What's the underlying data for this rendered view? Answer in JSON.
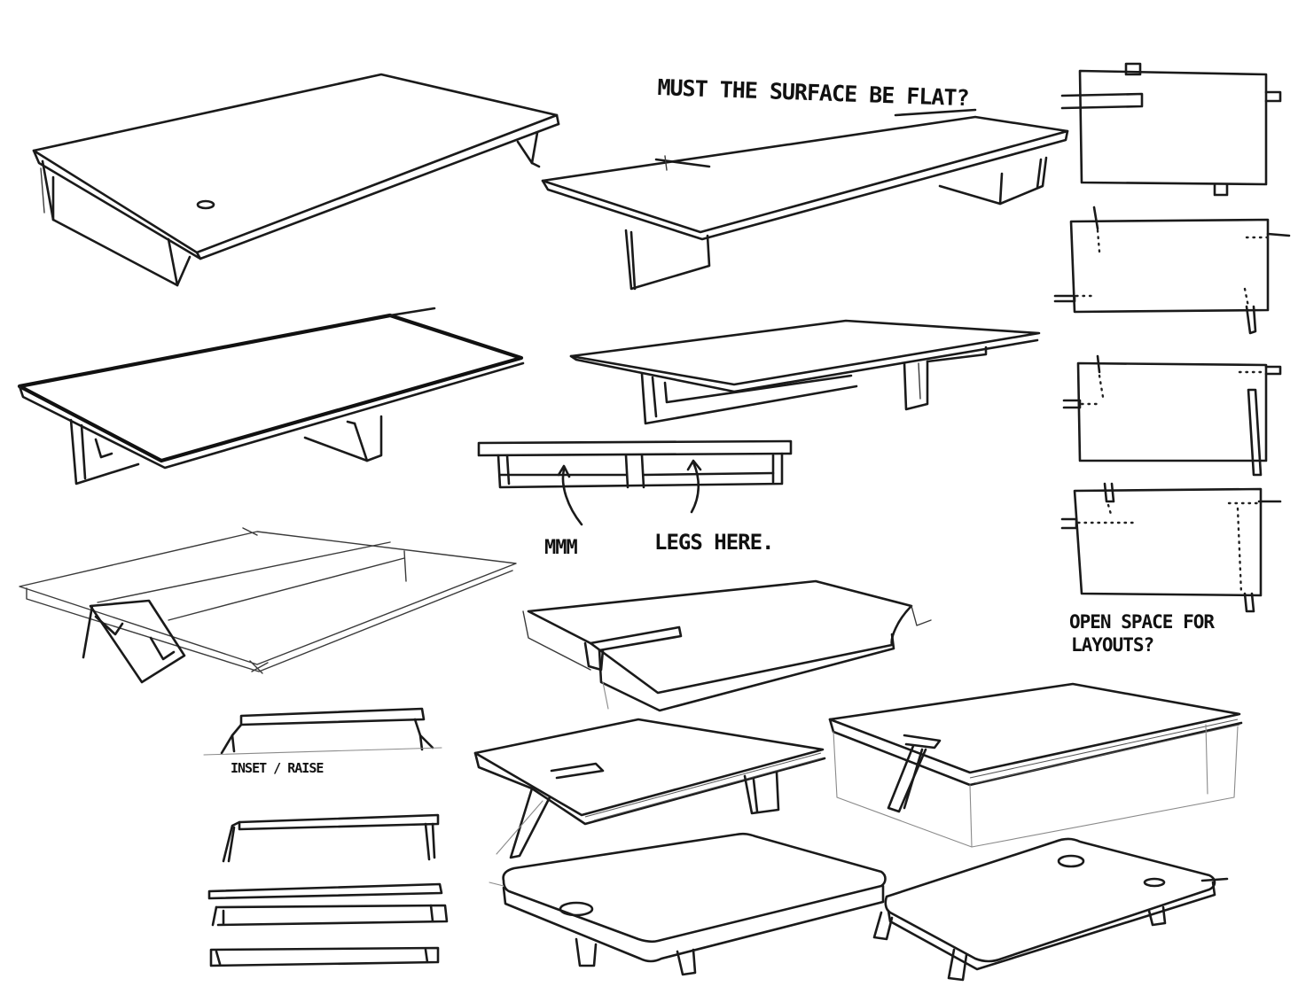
{
  "annotations": {
    "surface_question": "MUST THE SURFACE BE FLAT?",
    "legs_note_left": "MMM",
    "legs_note_right": "LEGS HERE.",
    "layout_question_line1": "OPEN SPACE FOR",
    "layout_question_line2": "LAYOUTS?",
    "inset_note": "INSET / RAISE"
  },
  "colors": {
    "paper": "#ffffff",
    "ink": "#1a1a1a",
    "light_ink": "#8a8a8a"
  }
}
